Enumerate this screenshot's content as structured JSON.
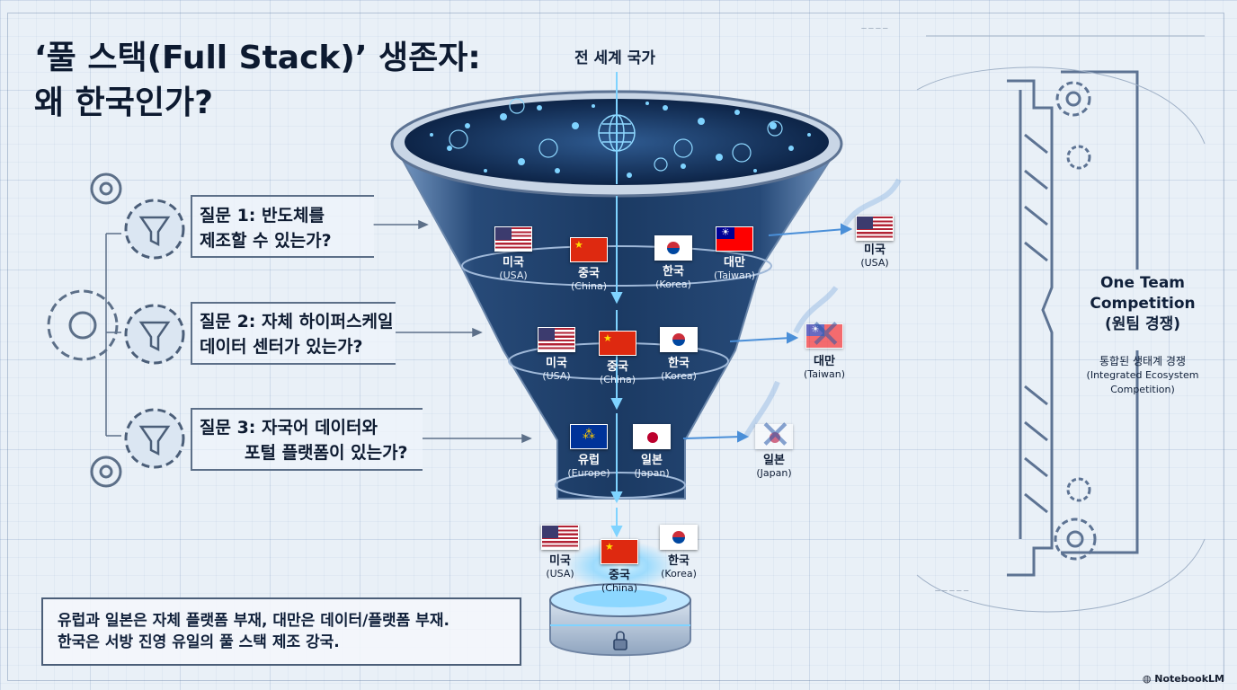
{
  "title": [
    "‘풀 스택(Full Stack)’ 생존자:",
    "왜 한국인가?"
  ],
  "funnel_top_label": "전 세계 국가",
  "questions": [
    {
      "lines": [
        "질문 1: 반도체를",
        "제조할 수 있는가?"
      ]
    },
    {
      "lines": [
        "질문 2: 자체 하이퍼스케일",
        "데이터 센터가 있는가?"
      ]
    },
    {
      "lines": [
        "질문 3: 자국어 데이터와",
        "포털 플랫폼이 있는가?"
      ]
    }
  ],
  "stage1": [
    {
      "ko": "미국",
      "en": "(USA)",
      "flag": "us"
    },
    {
      "ko": "중국",
      "en": "(China)",
      "flag": "cn"
    },
    {
      "ko": "한국",
      "en": "(Korea)",
      "flag": "kr"
    },
    {
      "ko": "대만",
      "en": "(Taiwan)",
      "flag": "tw"
    }
  ],
  "stage2": [
    {
      "ko": "미국",
      "en": "(USA)",
      "flag": "us"
    },
    {
      "ko": "중국",
      "en": "(China)",
      "flag": "cn"
    },
    {
      "ko": "한국",
      "en": "(Korea)",
      "flag": "kr"
    }
  ],
  "stage3": [
    {
      "ko": "유럽",
      "en": "(Europe)",
      "flag": "eu"
    },
    {
      "ko": "일본",
      "en": "(Japan)",
      "flag": "jp"
    }
  ],
  "final": [
    {
      "ko": "미국",
      "en": "(USA)",
      "flag": "us"
    },
    {
      "ko": "중국",
      "en": "(China)",
      "flag": "cn"
    },
    {
      "ko": "한국",
      "en": "(Korea)",
      "flag": "kr"
    }
  ],
  "exits": [
    {
      "ko": "미국",
      "en": "(USA)",
      "flag": "us"
    },
    {
      "ko": "대만",
      "en": "(Taiwan)",
      "flag": "tw"
    },
    {
      "ko": "일본",
      "en": "(Japan)",
      "flag": "jp"
    }
  ],
  "right_panel": {
    "title": [
      "One Team",
      "Competition",
      "(원팀 경쟁)"
    ],
    "subtitle": [
      "통합된 생태계 경쟁",
      "(Integrated Ecosystem",
      "Competition)"
    ]
  },
  "bottom_note": [
    "유럽과 일본은 자체 플랫폼 부재, 대만은 데이터/플랫폼 부재.",
    "한국은 서방 진영 유일의 풀 스택 제조 강국."
  ],
  "brand": "NotebookLM",
  "colors": {
    "funnel_dark": "#1b3a63",
    "funnel_light": "#6f93c0",
    "accent_glow": "#7fd3ff",
    "outline": "#5c6f88"
  }
}
